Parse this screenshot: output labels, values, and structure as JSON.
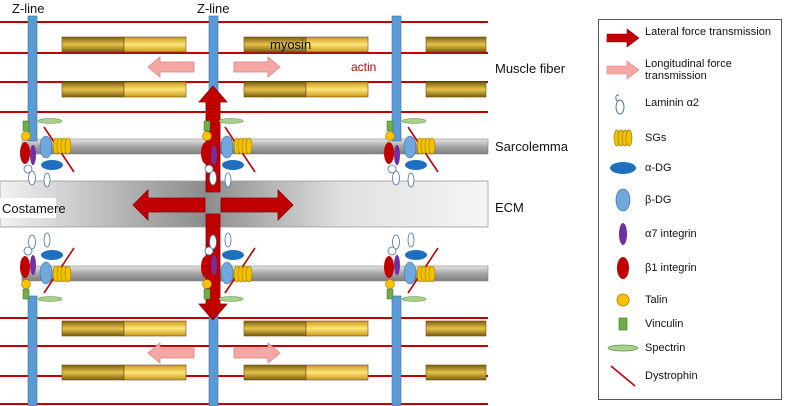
{
  "labels": {
    "zline_left": "Z-line",
    "zline_mid": "Z-line",
    "myosin": "myosin",
    "actin": "actin",
    "muscle_fiber": "Muscle fiber",
    "sarcolemma": "Sarcolemma",
    "ecm": "ECM",
    "costamere": "Costamere"
  },
  "legend": [
    {
      "icon": "lateral-force-arrow",
      "text": "Lateral force transmission"
    },
    {
      "icon": "longitudinal-force-arrow",
      "text": "Longitudinal force transmission"
    },
    {
      "icon": "laminin-icon",
      "text": "Laminin α2"
    },
    {
      "icon": "sgs-icon",
      "text": "SGs"
    },
    {
      "icon": "alpha-dg-icon",
      "text": "α-DG"
    },
    {
      "icon": "beta-dg-icon",
      "text": "β-DG"
    },
    {
      "icon": "alpha7-integrin-icon",
      "text": "α7 integrin"
    },
    {
      "icon": "beta1-integrin-icon",
      "text": "β1 integrin"
    },
    {
      "icon": "talin-icon",
      "text": "Talin"
    },
    {
      "icon": "vinculin-icon",
      "text": "Vinculin"
    },
    {
      "icon": "spectrin-icon",
      "text": "Spectrin"
    },
    {
      "icon": "dystrophin-icon",
      "text": "Dystrophin"
    }
  ],
  "colors": {
    "zline": "#5b9bd5",
    "actin": "#c00000",
    "myosin": "#c9a227",
    "lateral_arrow": "#c00000",
    "longitudinal_arrow": "#f4a7a3",
    "sgs": "#f2c200",
    "alpha_dg": "#1f6fbf",
    "beta_dg": "#6fa8dc",
    "alpha7": "#7030a0",
    "beta1": "#c00000",
    "talin": "#ffc000",
    "vinculin": "#70ad47",
    "spectrin": "#a9d18e"
  }
}
